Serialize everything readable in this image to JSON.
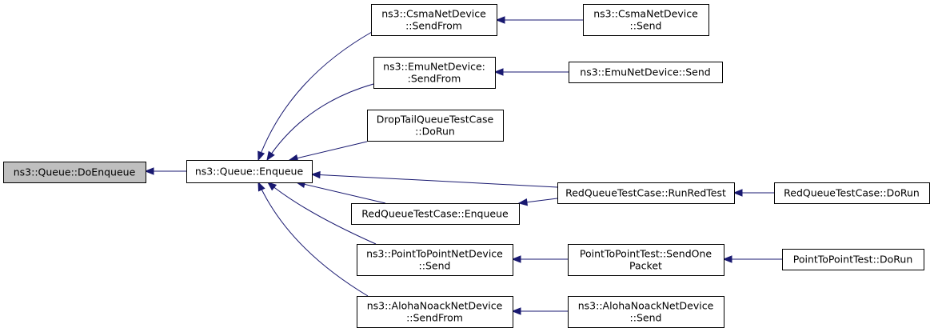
{
  "nodes": [
    {
      "id": "doenqueue",
      "lines": [
        "ns3::Queue::DoEnqueue"
      ]
    },
    {
      "id": "enqueue",
      "lines": [
        "ns3::Queue::Enqueue"
      ]
    },
    {
      "id": "csma_sendfrom",
      "lines": [
        "ns3::CsmaNetDevice",
        "::SendFrom"
      ]
    },
    {
      "id": "csma_send",
      "lines": [
        "ns3::CsmaNetDevice",
        "::Send"
      ]
    },
    {
      "id": "emu_sendfrom",
      "lines": [
        "ns3::EmuNetDevice:",
        ":SendFrom"
      ]
    },
    {
      "id": "emu_send",
      "lines": [
        "ns3::EmuNetDevice::Send"
      ]
    },
    {
      "id": "droptail_dorun",
      "lines": [
        "DropTailQueueTestCase",
        "::DoRun"
      ]
    },
    {
      "id": "red_runredtest",
      "lines": [
        "RedQueueTestCase::RunRedTest"
      ]
    },
    {
      "id": "red_dorun",
      "lines": [
        "RedQueueTestCase::DoRun"
      ]
    },
    {
      "id": "red_enqueue",
      "lines": [
        "RedQueueTestCase::Enqueue"
      ]
    },
    {
      "id": "p2p_send",
      "lines": [
        "ns3::PointToPointNetDevice",
        "::Send"
      ]
    },
    {
      "id": "p2ptest_sendone",
      "lines": [
        "PointToPointTest::SendOne",
        "Packet"
      ]
    },
    {
      "id": "p2ptest_dorun",
      "lines": [
        "PointToPointTest::DoRun"
      ]
    },
    {
      "id": "aloha_sendfrom",
      "lines": [
        "ns3::AlohaNoackNetDevice",
        "::SendFrom"
      ]
    },
    {
      "id": "aloha_send",
      "lines": [
        "ns3::AlohaNoackNetDevice",
        "::Send"
      ]
    }
  ],
  "edges": [
    {
      "from": "enqueue",
      "to": "doenqueue"
    },
    {
      "from": "csma_sendfrom",
      "to": "enqueue"
    },
    {
      "from": "csma_send",
      "to": "csma_sendfrom"
    },
    {
      "from": "emu_sendfrom",
      "to": "enqueue"
    },
    {
      "from": "emu_send",
      "to": "emu_sendfrom"
    },
    {
      "from": "droptail_dorun",
      "to": "enqueue"
    },
    {
      "from": "red_runredtest",
      "to": "enqueue"
    },
    {
      "from": "red_enqueue",
      "to": "enqueue"
    },
    {
      "from": "red_runredtest",
      "to": "red_enqueue"
    },
    {
      "from": "red_dorun",
      "to": "red_runredtest"
    },
    {
      "from": "p2p_send",
      "to": "enqueue"
    },
    {
      "from": "p2ptest_sendone",
      "to": "p2p_send"
    },
    {
      "from": "p2ptest_dorun",
      "to": "p2ptest_sendone"
    },
    {
      "from": "aloha_sendfrom",
      "to": "enqueue"
    },
    {
      "from": "aloha_send",
      "to": "aloha_sendfrom"
    }
  ],
  "colors": {
    "edge": "#191970",
    "root_fill": "#bfbfbf",
    "node_fill": "#ffffff",
    "border": "#000000"
  }
}
